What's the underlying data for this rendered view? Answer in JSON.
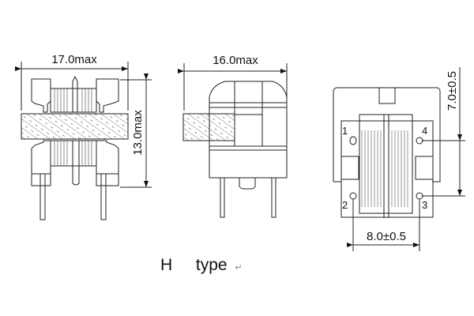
{
  "views": {
    "front": {
      "width_label": "17.0max",
      "height_label": "13.0max"
    },
    "side": {
      "width_label": "16.0max"
    },
    "bottom": {
      "pin_spacing_label": "8.0±0.5",
      "row_spacing_label": "7.0±0.5",
      "pins": [
        "1",
        "2",
        "3",
        "4"
      ]
    }
  },
  "caption": {
    "letter": "H",
    "word": "type",
    "mark": "↵"
  }
}
